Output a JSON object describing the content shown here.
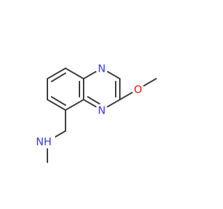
{
  "molecule": {
    "atoms": {
      "n1": {
        "label": "N",
        "color": "#3333ff"
      },
      "n4": {
        "label": "N",
        "color": "#3333ff"
      },
      "o": {
        "label": "O",
        "color": "#ff0d0d"
      },
      "nh": {
        "label": "NH",
        "color": "#3333ff"
      }
    }
  },
  "colors": {
    "bond": "#3a3a3a",
    "background": "#ffffff"
  }
}
